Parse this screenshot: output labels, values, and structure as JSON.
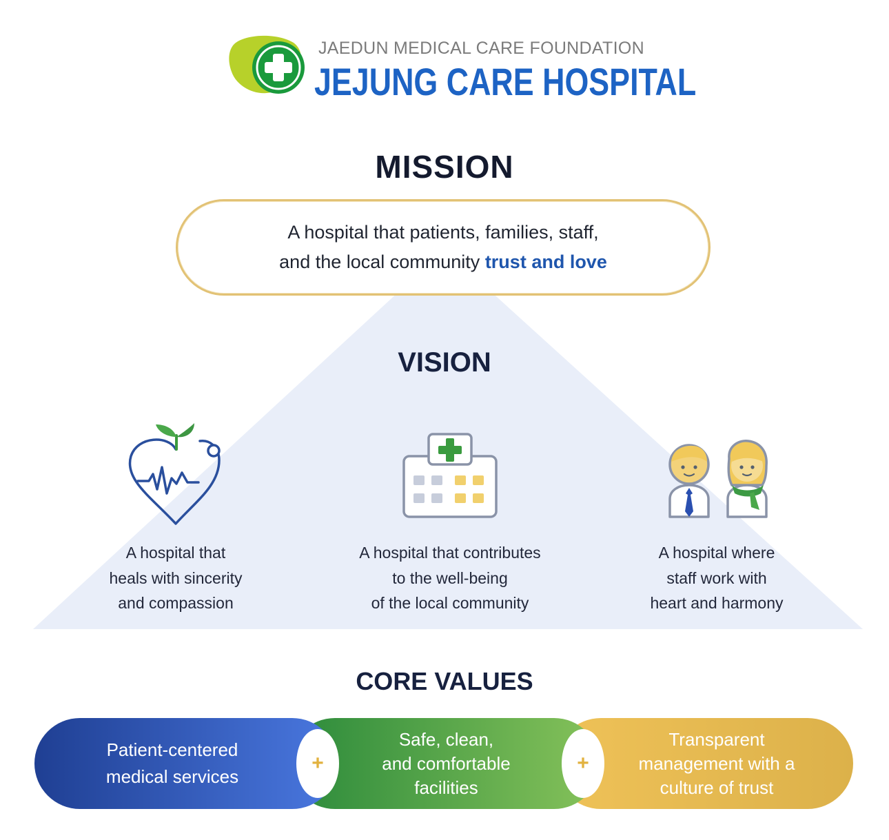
{
  "header": {
    "foundation": "JAEDUN MEDICAL CARE FOUNDATION",
    "hospital": "JEJUNG CARE HOSPITAL"
  },
  "mission": {
    "title": "MISSION",
    "line1": "A hospital that patients, families, staff,",
    "line2_prefix": "and the local community ",
    "line2_accent": "trust and love"
  },
  "vision": {
    "title": "VISION",
    "items": [
      {
        "icon": "heart-sprout-icon",
        "lines": [
          "A hospital that",
          "heals with sincerity",
          "and compassion"
        ]
      },
      {
        "icon": "hospital-building-icon",
        "lines": [
          "A hospital that contributes",
          "to the well-being",
          "of the local community"
        ]
      },
      {
        "icon": "staff-people-icon",
        "lines": [
          "A hospital where",
          "staff work with",
          "heart and harmony"
        ]
      }
    ]
  },
  "core_values": {
    "title": "CORE VALUES",
    "items": [
      {
        "lines": [
          "Patient-centered",
          "medical services"
        ],
        "color": "#2a4fb0"
      },
      {
        "lines": [
          "Safe, clean,",
          "and comfortable",
          "facilities"
        ],
        "color": "#3f9a44"
      },
      {
        "lines": [
          "Transparent",
          "management with a",
          "culture of trust"
        ],
        "color": "#e2b23f"
      }
    ],
    "separator": "+"
  },
  "colors": {
    "brand_blue": "#1d63c4",
    "brand_green": "#1a9a3c",
    "brand_lime": "#b7d12a",
    "gold": "#e2c275",
    "triangle": "#e9eef9"
  }
}
